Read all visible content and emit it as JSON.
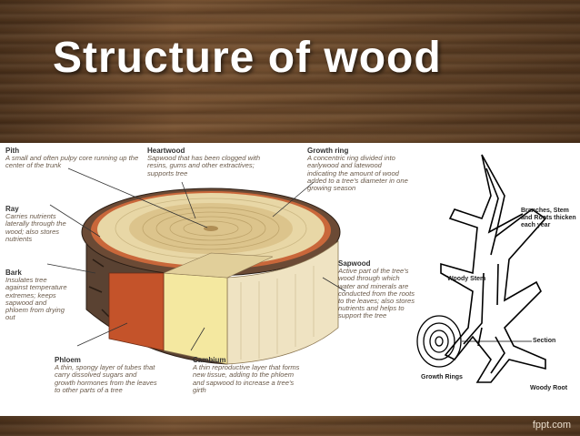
{
  "title": "Structure of wood",
  "labels": {
    "pith": {
      "head": "Pith",
      "text": "A small and often pulpy core running up the center of the trunk"
    },
    "heartwood": {
      "head": "Heartwood",
      "text": "Sapwood that has been clogged with resins, gums and other extractives; supports tree"
    },
    "growth_ring": {
      "head": "Growth ring",
      "text": "A concentric ring divided into earlywood and latewood indicating the amount of wood added to a tree's diameter in one growing season"
    },
    "ray": {
      "head": "Ray",
      "text": "Carries nutrients laterally through the wood; also stores nutrients"
    },
    "bark": {
      "head": "Bark",
      "text": "Insulates tree against temperature extremes; keeps sapwood and phloem from drying out"
    },
    "sapwood": {
      "head": "Sapwood",
      "text": "Active part of the tree's wood through which water and minerals are conducted from the roots to the leaves; also stores nutrients and helps to support the tree"
    },
    "phloem": {
      "head": "Phloem",
      "text": "A thin, spongy layer of tubes that carry dissolved sugars and growth hormones from the leaves to other parts of a tree"
    },
    "cambium": {
      "head": "Cambium",
      "text": "A thin reproductive layer that forms new tissue, adding to the phloem and sapwood to increase a tree's girth"
    }
  },
  "right_diagram": {
    "branches": "Branches, Stem and Roots thicken each year",
    "woody_stem": "Woody Stem",
    "section": "Section",
    "growth_rings": "Growth Rings",
    "woody_root": "Woody Root"
  },
  "footer": "fppt.com"
}
